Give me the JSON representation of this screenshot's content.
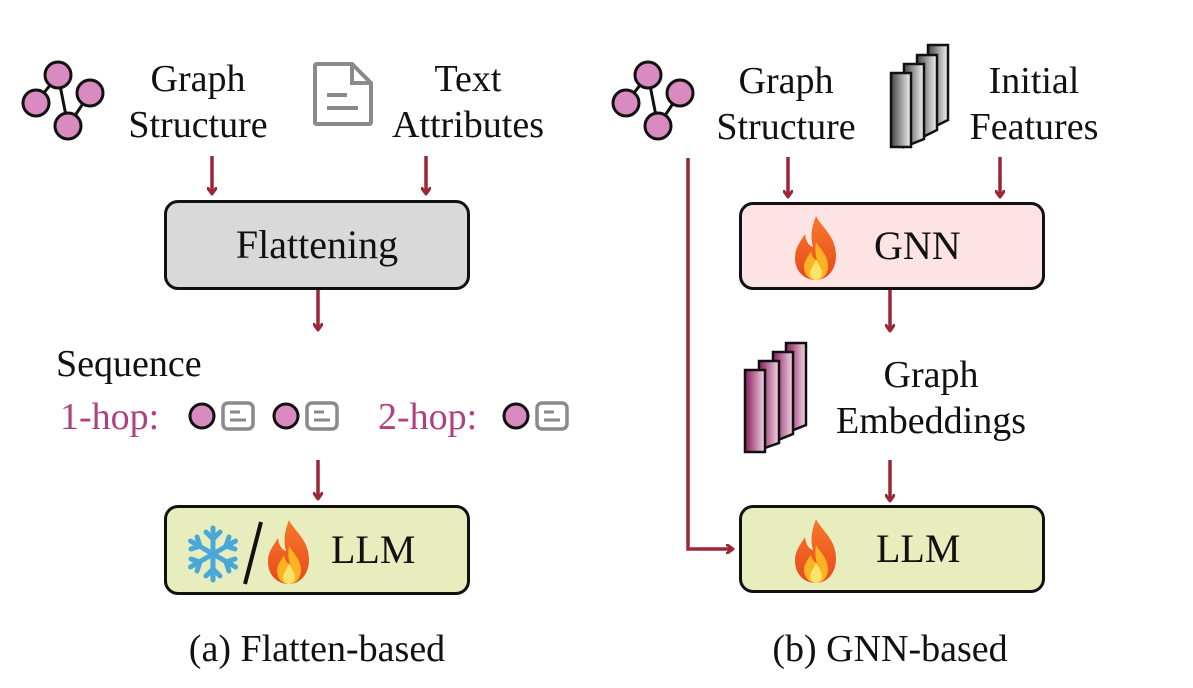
{
  "panel_a": {
    "input1": [
      "Graph",
      "Structure"
    ],
    "input2": [
      "Text",
      "Attributes"
    ],
    "flatten_box": "Flattening",
    "sequence_title": "Sequence",
    "hop1_label": "1-hop:",
    "hop2_label": "2-hop:",
    "llm_box": "LLM",
    "caption": "(a) Flatten-based"
  },
  "panel_b": {
    "input1": [
      "Graph",
      "Structure"
    ],
    "input2": [
      "Initial",
      "Features"
    ],
    "gnn_box": "GNN",
    "embeddings": [
      "Graph",
      "Embeddings"
    ],
    "llm_box": "LLM",
    "caption": "(b) GNN-based"
  },
  "colors": {
    "arrow": "#9b2636",
    "node_fill": "#d98ac0",
    "flatten_box_fill": "#d9d9d9",
    "gnn_box_fill": "#fde3e3",
    "llm_box_fill": "#e8edbd",
    "sequence_bg": "#f7e6ef",
    "hop_text": "#b0407f",
    "doc_icon": "#8a8a8a"
  },
  "icons": [
    "graph-icon",
    "document-icon",
    "snowflake-icon",
    "fire-icon",
    "stacked-layers-icon"
  ]
}
